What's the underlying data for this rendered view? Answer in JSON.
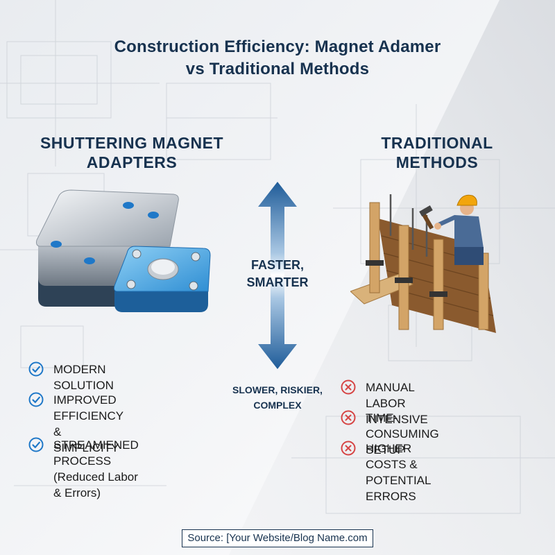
{
  "title": {
    "line1": "Construction Efficiency: Magnet Adamer",
    "line2": "vs Traditional Methods"
  },
  "left": {
    "heading_line1": "SHUTTERING MAGNET",
    "heading_line2": "ADAPTERS",
    "items": [
      {
        "line1": "MODERN SOLUTION",
        "line2": ""
      },
      {
        "line1": "IMPROVED EFFICIENCY",
        "line2": "& SIMPLICITY"
      },
      {
        "line1": "STREAMIENED PROCESS",
        "line2": "(Reduced Labor & Errors)"
      }
    ],
    "icon": "check-circle-icon"
  },
  "right": {
    "heading_line1": "TRADITIONAL",
    "heading_line2": "METHODS",
    "items": [
      {
        "line1": "MANUAL LABOR INTENSIVE",
        "line2": ""
      },
      {
        "line1": "TIME-CONSUMING SETUP",
        "line2": ""
      },
      {
        "line1": "HIGHER COSTS &",
        "line2": "POTENTIAL ERRORS"
      }
    ],
    "icon": "x-circle-icon"
  },
  "center": {
    "top_line1": "FASTER,",
    "top_line2": "SMARTER",
    "bottom_line1": "SLOWER, RISKIER,",
    "bottom_line2": "COMPLEX"
  },
  "source": "Source: [Your Website/Blog Name.com",
  "colors": {
    "navy": "#17324f",
    "accent_blue": "#1f78c8",
    "red": "#d64545"
  }
}
